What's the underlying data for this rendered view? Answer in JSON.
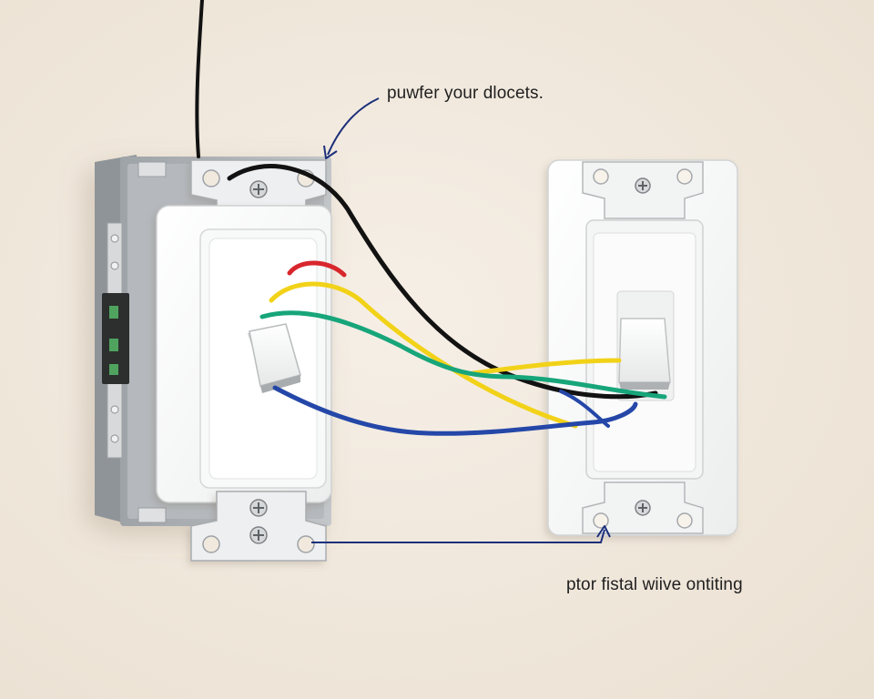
{
  "annotations": {
    "top": "puwfer your dlocets.",
    "bottom": "ptor fistal wiive ontiting"
  },
  "colors": {
    "background": "#f1e9de",
    "plate": "#fbfbfa",
    "plate_edge": "#d9dad8",
    "metal_box": "#a7abaf",
    "bracket": "#e9eaeb",
    "wire_black": "#121212",
    "wire_red": "#d8262c",
    "wire_yellow": "#f2d218",
    "wire_green": "#17a57a",
    "wire_blue": "#2447a8",
    "arrow": "#1c2f7a"
  },
  "components": [
    {
      "kind": "switch",
      "label": "left-switch"
    },
    {
      "kind": "switch",
      "label": "right-switch"
    }
  ]
}
